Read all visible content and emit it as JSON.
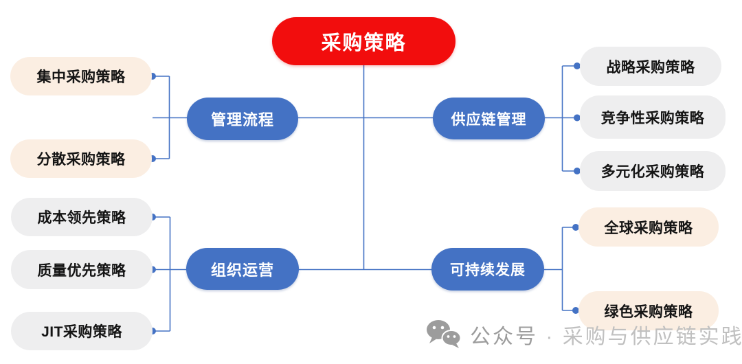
{
  "root": {
    "label": "采购策略"
  },
  "branches": [
    {
      "label": "管理流程",
      "children": [
        "集中采购策略",
        "分散采购策略"
      ]
    },
    {
      "label": "供应链管理",
      "children": [
        "战略采购策略",
        "竞争性采购策略",
        "多元化采购策略"
      ]
    },
    {
      "label": "组织运营",
      "children": [
        "成本领先策略",
        "质量优先策略",
        "JIT采购策略"
      ]
    },
    {
      "label": "可持续发展",
      "children": [
        "全球采购策略",
        "绿色采购策略"
      ]
    }
  ],
  "watermark": {
    "icon": "wechat-icon",
    "prefix": "公众号",
    "separator": "·",
    "suffix": "采购与供应链实践"
  },
  "colors": {
    "root_fill": "#F20D0D",
    "branch_fill": "#4472C4",
    "connector": "#4472C4",
    "child_cream_fill": "#FBEEE2",
    "child_gray_fill": "#EEEEEF",
    "root_text": "#FFFFFF",
    "branch_text": "#FFFFFF",
    "child_text": "#141414",
    "watermark_dark": "#9C9C9C",
    "watermark_light": "#C0C0C0"
  }
}
